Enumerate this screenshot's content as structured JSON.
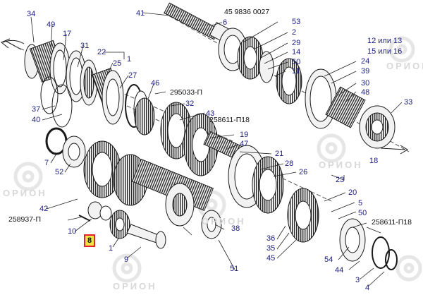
{
  "callouts": [
    {
      "id": "c34",
      "text": "34"
    },
    {
      "id": "c49",
      "text": "49"
    },
    {
      "id": "c17",
      "text": "17"
    },
    {
      "id": "c31",
      "text": "31"
    },
    {
      "id": "c22",
      "text": "22"
    },
    {
      "id": "c25",
      "text": "25"
    },
    {
      "id": "c27",
      "text": "27"
    },
    {
      "id": "c1_top",
      "text": "1"
    },
    {
      "id": "c41",
      "text": "41"
    },
    {
      "id": "c6",
      "text": "6"
    },
    {
      "id": "c53",
      "text": "53"
    },
    {
      "id": "c2",
      "text": "2"
    },
    {
      "id": "c29",
      "text": "29"
    },
    {
      "id": "c14",
      "text": "14"
    },
    {
      "id": "c50_top",
      "text": "50"
    },
    {
      "id": "c11",
      "text": "11"
    },
    {
      "id": "c24",
      "text": "24"
    },
    {
      "id": "c39",
      "text": "39"
    },
    {
      "id": "c30",
      "text": "30"
    },
    {
      "id": "c48",
      "text": "48"
    },
    {
      "id": "c33",
      "text": "33"
    },
    {
      "id": "c37",
      "text": "37"
    },
    {
      "id": "c40",
      "text": "40"
    },
    {
      "id": "c46",
      "text": "46"
    },
    {
      "id": "c32",
      "text": "32"
    },
    {
      "id": "c43",
      "text": "43"
    },
    {
      "id": "c19",
      "text": "19"
    },
    {
      "id": "c47",
      "text": "47"
    },
    {
      "id": "c21",
      "text": "21"
    },
    {
      "id": "c18",
      "text": "18"
    },
    {
      "id": "c7",
      "text": "7"
    },
    {
      "id": "c52",
      "text": "52"
    },
    {
      "id": "c42",
      "text": "42"
    },
    {
      "id": "c28",
      "text": "28"
    },
    {
      "id": "c26",
      "text": "26"
    },
    {
      "id": "c23",
      "text": "23"
    },
    {
      "id": "c20",
      "text": "20"
    },
    {
      "id": "c10",
      "text": "10"
    },
    {
      "id": "c1_bot",
      "text": "1"
    },
    {
      "id": "c9",
      "text": "9"
    },
    {
      "id": "c38",
      "text": "38"
    },
    {
      "id": "c36",
      "text": "36"
    },
    {
      "id": "c35",
      "text": "35"
    },
    {
      "id": "c45",
      "text": "45"
    },
    {
      "id": "c5",
      "text": "5"
    },
    {
      "id": "c50_bot",
      "text": "50"
    },
    {
      "id": "c54",
      "text": "54"
    },
    {
      "id": "c44",
      "text": "44"
    },
    {
      "id": "c3",
      "text": "3"
    },
    {
      "id": "c4",
      "text": "4"
    },
    {
      "id": "c51",
      "text": "51"
    }
  ],
  "part_refs": [
    {
      "id": "r459836",
      "text": "45 9836 0027"
    },
    {
      "id": "r295033",
      "text": "295033-П"
    },
    {
      "id": "r258611a",
      "text": "258611-П18"
    },
    {
      "id": "r258937",
      "text": "258937-П"
    },
    {
      "id": "r258611b",
      "text": "258611-П18"
    }
  ],
  "alternatives": [
    {
      "id": "alt12",
      "text": "12 или 13"
    },
    {
      "id": "alt15",
      "text": "15 или 16"
    }
  ],
  "selected_callout": {
    "text": "8",
    "box_color": "#e0232f",
    "fill_color": "#f0e442"
  },
  "watermark": {
    "text": "ОРИОН"
  },
  "colors": {
    "callout_text": "#1c1c80",
    "line": "#1a1a1a",
    "gear_fill": "#f2f2f2"
  }
}
